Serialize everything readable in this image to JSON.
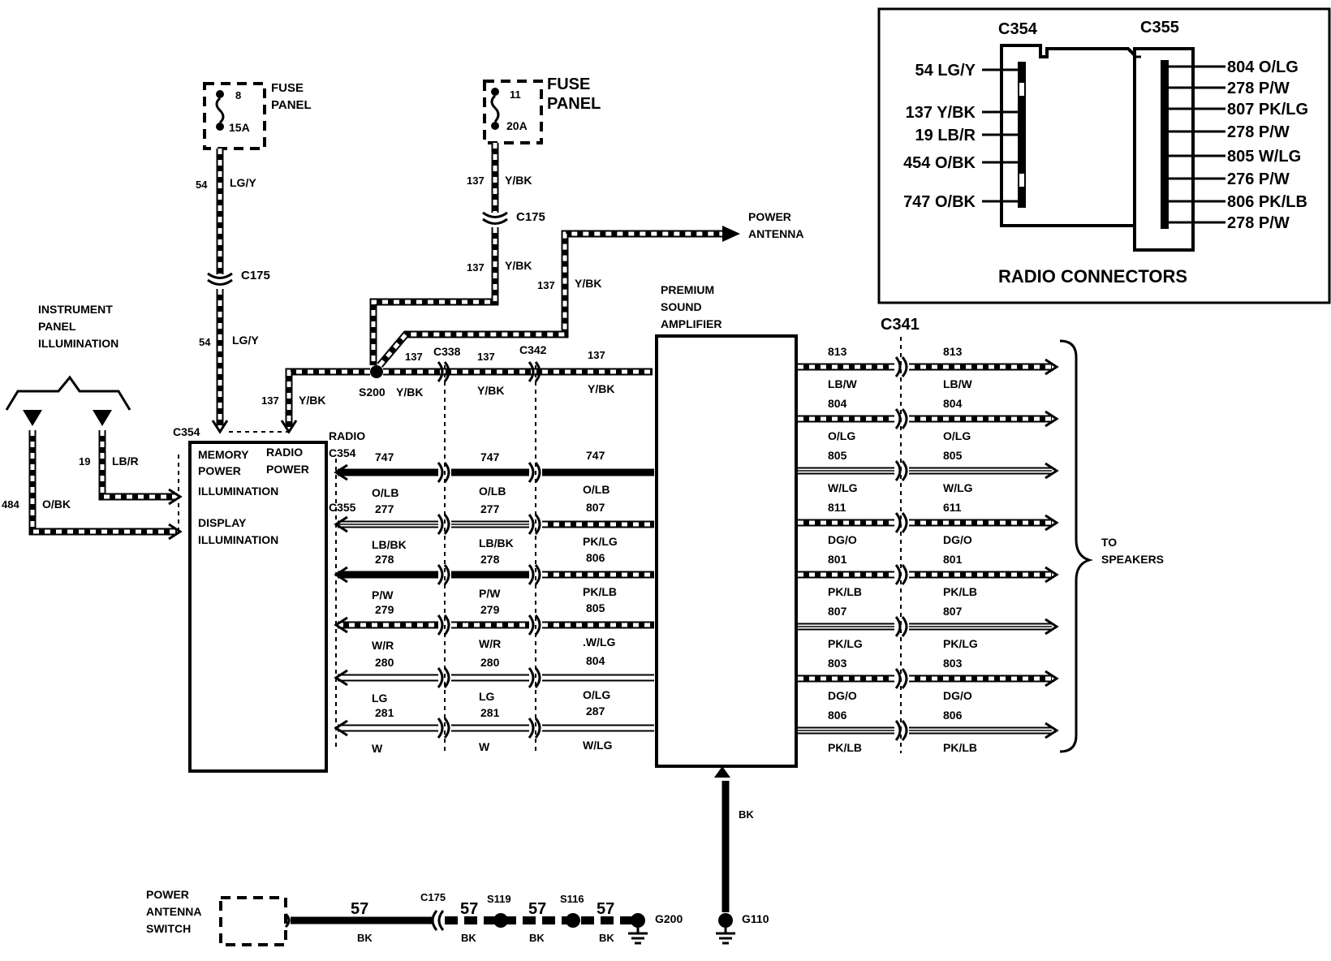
{
  "fuse8": {
    "num": "8",
    "rating": "15A",
    "label1": "FUSE",
    "label2": "PANEL"
  },
  "fuse11": {
    "num": "11",
    "rating": "20A",
    "label1": "FUSE",
    "label2": "PANEL"
  },
  "power_antenna": {
    "l1": "POWER",
    "l2": "ANTENNA"
  },
  "ip_illum": {
    "l1": "INSTRUMENT",
    "l2": "PANEL",
    "l3": "ILLUMINATION"
  },
  "radio": {
    "memory": "MEMORY",
    "radio": "RADIO",
    "power1": "POWER",
    "power2": "POWER",
    "illumination": "ILLUMINATION",
    "display": "DISPLAY",
    "illumination2": "ILLUMINATION",
    "c354": "C354"
  },
  "radio_label": {
    "l1": "RADIO",
    "c354": "C354",
    "c355": "C355"
  },
  "amp": {
    "l1": "PREMIUM",
    "l2": "SOUND",
    "l3": "AMPLIFIER"
  },
  "connectors": {
    "c175a": "C175",
    "c175b": "C175",
    "c338": "C338",
    "c342": "C342",
    "c341": "C341",
    "s200": "S200",
    "c175_bottom": "C175",
    "s119": "S119",
    "s116": "S116",
    "g200": "G200",
    "g110": "G110"
  },
  "wires": {
    "w54a_num": "54",
    "w54a_col": "LG/Y",
    "w54b_num": "54",
    "w54b_col": "LG/Y",
    "w137a_num": "137",
    "w137a_col": "Y/BK",
    "w137b_num": "137",
    "w137b_col": "Y/BK",
    "w137c_num": "137",
    "w137c_col": "Y/BK",
    "w137d_num": "137",
    "w137d_col": "Y/BK",
    "w19_num": "19",
    "w19_col": "LB/R",
    "w484_num": "484",
    "w484_col": "O/BK",
    "w137e_num": "137",
    "w137e_col": "Y/BK",
    "w137f_num": "137",
    "w137f_col": "Y/BK",
    "w137g_num": "137",
    "w137g_col": "Y/BK",
    "bk": "BK"
  },
  "rows": [
    {
      "a_num": "747",
      "a_col": "O/LB",
      "b_num": "747",
      "b_col": "O/LB",
      "c_num": "747",
      "c_col": "O/LB"
    },
    {
      "a_num": "277",
      "a_col": "LB/BK",
      "b_num": "277",
      "b_col": "LB/BK",
      "c_num": "807",
      "c_col": "PK/LG"
    },
    {
      "a_num": "278",
      "a_col": "P/W",
      "b_num": "278",
      "b_col": "P/W",
      "c_num": "806",
      "c_col": "PK/LB"
    },
    {
      "a_num": "279",
      "a_col": "W/R",
      "b_num": "279",
      "b_col": "W/R",
      "c_num": "805",
      "c_col": ".W/LG"
    },
    {
      "a_num": "280",
      "a_col": "LG",
      "b_num": "280",
      "b_col": "LG",
      "c_num": "804",
      "c_col": "O/LG"
    },
    {
      "a_num": "281",
      "a_col": "W",
      "b_num": "281",
      "b_col": "W",
      "c_num": "287",
      "c_col": "W/LG"
    }
  ],
  "speakers": [
    {
      "l_num": "813",
      "l_col": "LB/W",
      "r_num": "813",
      "r_col": "LB/W"
    },
    {
      "l_num": "804",
      "l_col": "O/LG",
      "r_num": "804",
      "r_col": "O/LG"
    },
    {
      "l_num": "805",
      "l_col": "W/LG",
      "r_num": "805",
      "r_col": "W/LG"
    },
    {
      "l_num": "811",
      "l_col": "DG/O",
      "r_num": "611",
      "r_col": "DG/O"
    },
    {
      "l_num": "801",
      "l_col": "PK/LB",
      "r_num": "801",
      "r_col": "PK/LB"
    },
    {
      "l_num": "807",
      "l_col": "PK/LG",
      "r_num": "807",
      "r_col": "PK/LG"
    },
    {
      "l_num": "803",
      "l_col": "DG/O",
      "r_num": "803",
      "r_col": "DG/O"
    },
    {
      "l_num": "806",
      "l_col": "PK/LB",
      "r_num": "806",
      "r_col": "PK/LB"
    }
  ],
  "to_speakers": {
    "l1": "TO",
    "l2": "SPEAKERS"
  },
  "antenna_switch": {
    "l1": "POWER",
    "l2": "ANTENNA",
    "l3": "SWITCH"
  },
  "ground_wires": {
    "n1": "57",
    "c1": "BK",
    "n2": "57",
    "c2": "BK",
    "n3": "57",
    "c3": "BK",
    "n4": "57",
    "c4": "BK"
  },
  "inset": {
    "title": "RADIO CONNECTORS",
    "c354": "C354",
    "c355": "C355",
    "left": [
      "54 LG/Y",
      "137 Y/BK",
      "19 LB/R",
      "454 O/BK",
      "747 O/BK"
    ],
    "right": [
      "804 O/LG",
      "278 P/W",
      "807 PK/LG",
      "278 P/W",
      "805 W/LG",
      "276 P/W",
      "806 PK/LB",
      "278 P/W"
    ]
  }
}
